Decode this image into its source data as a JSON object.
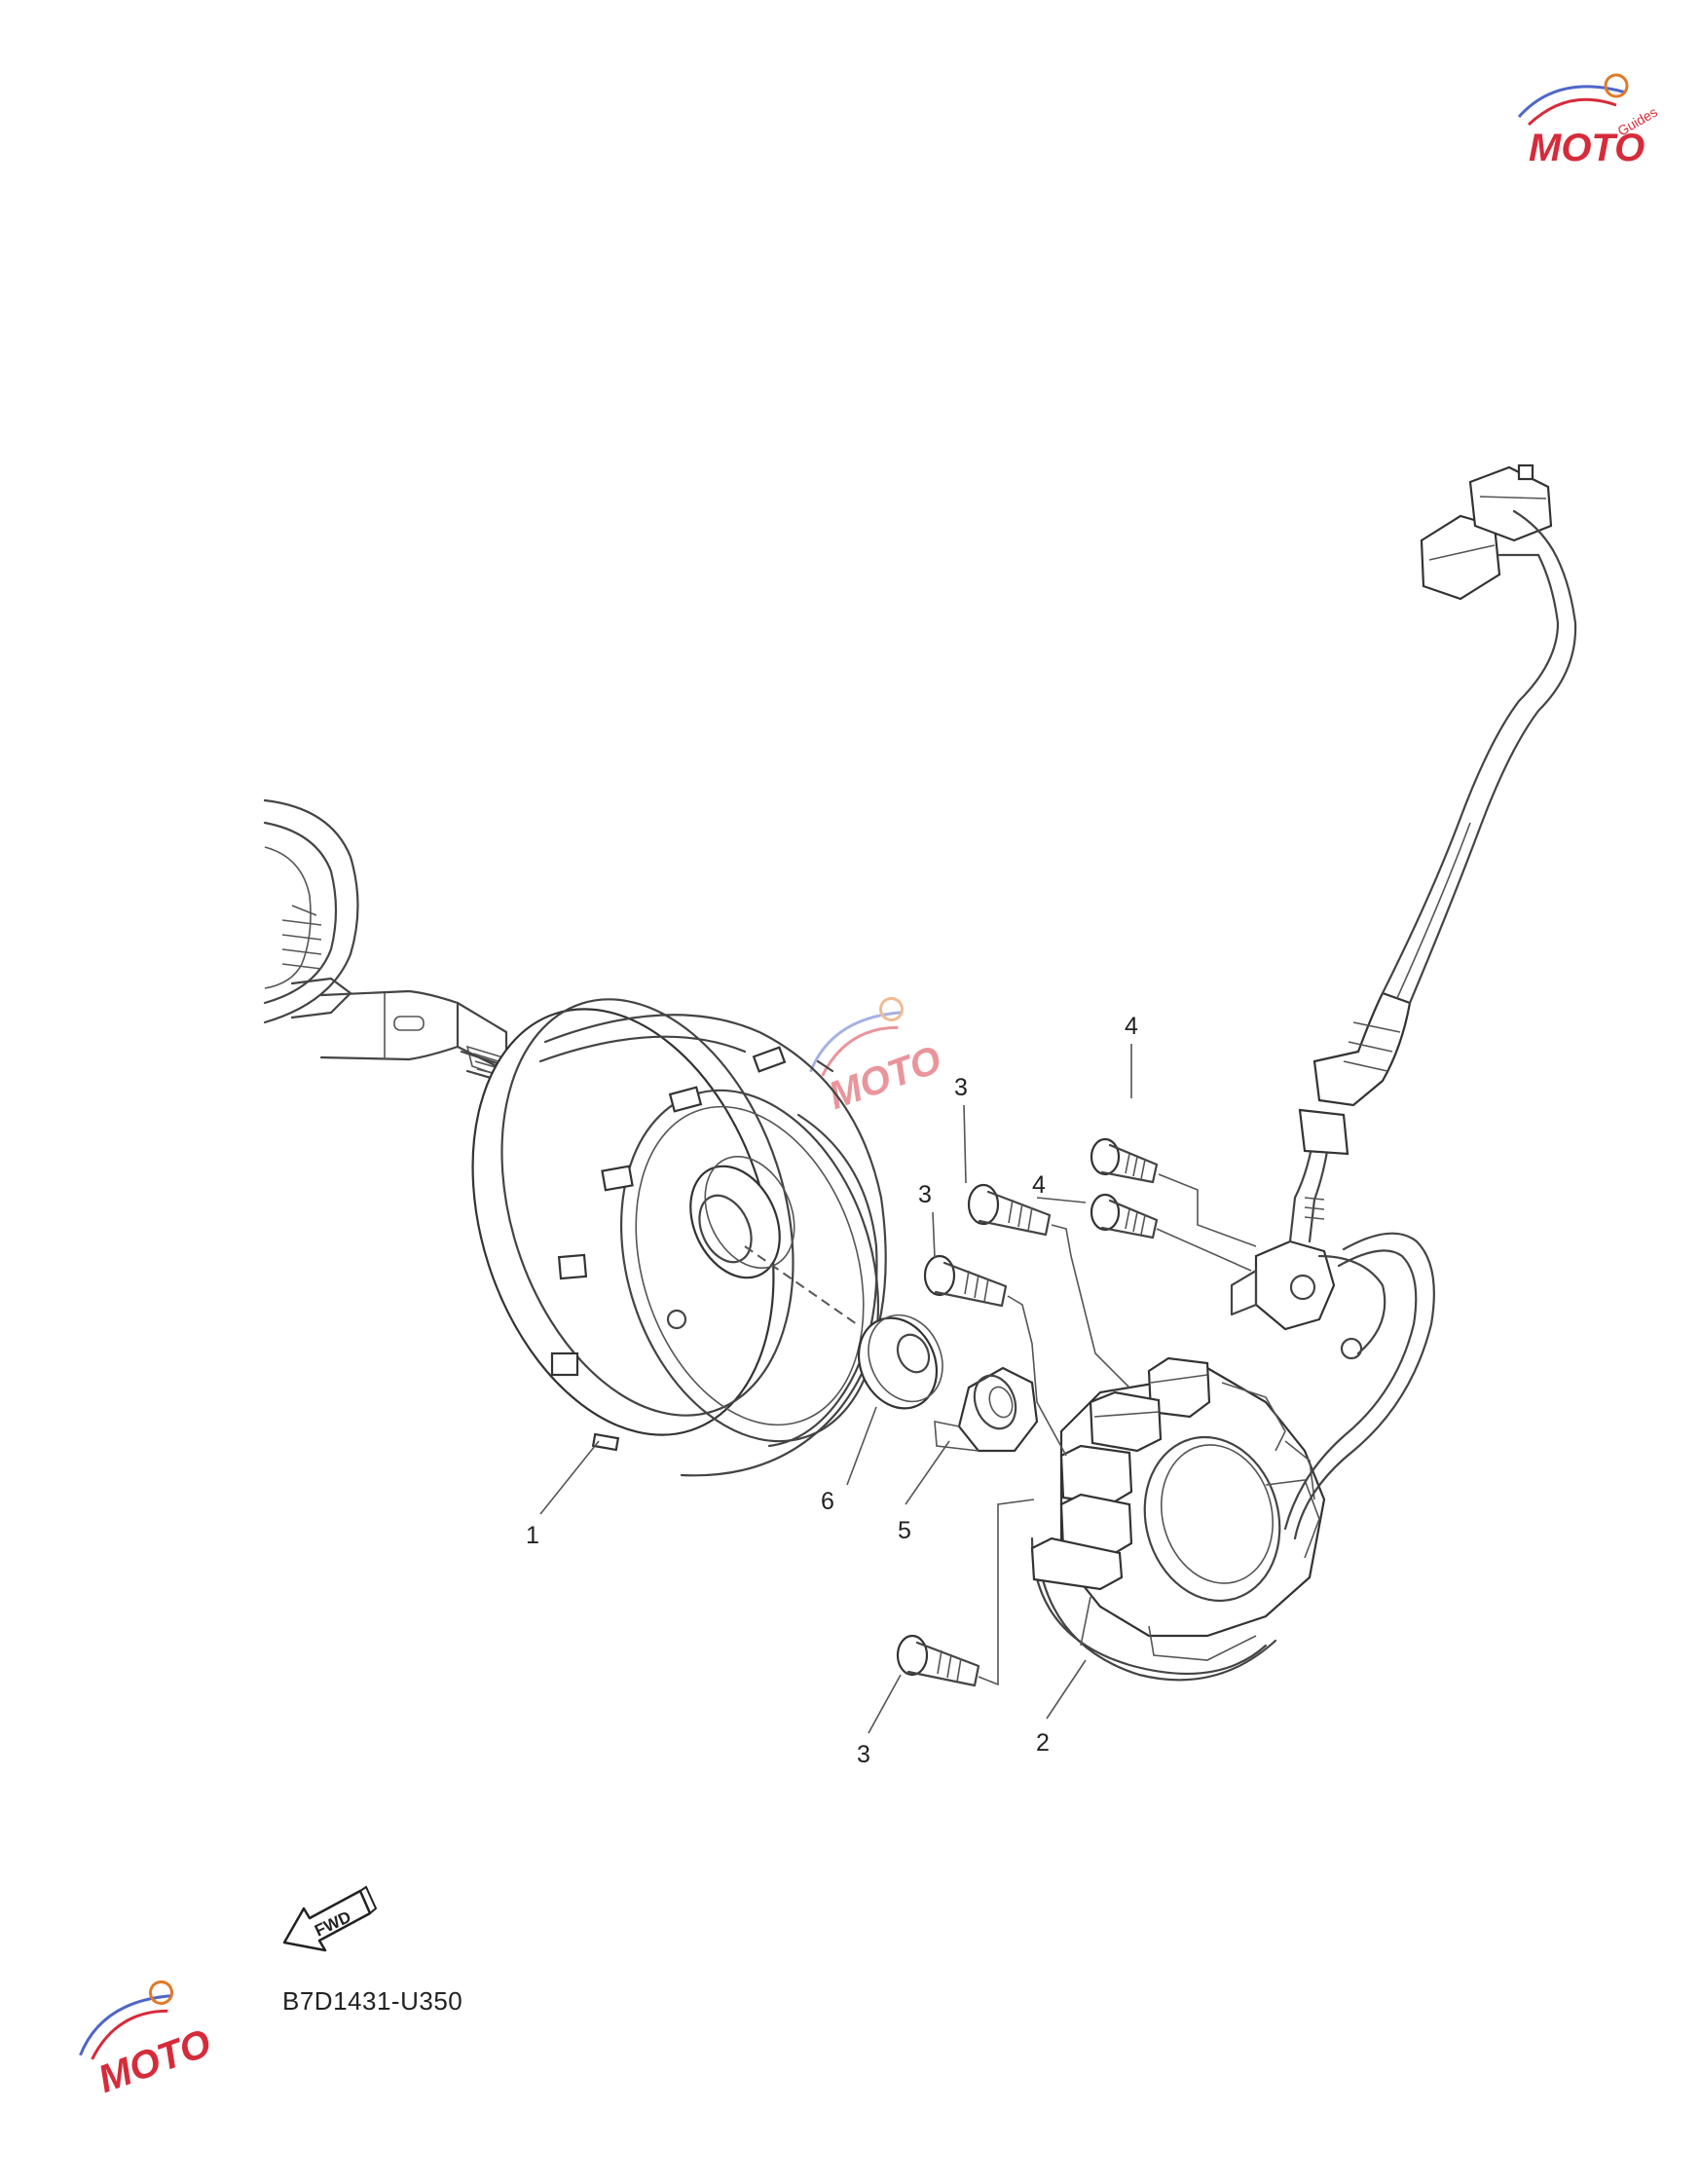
{
  "diagram_code": "B7D1431-U350",
  "fwd_label": "FWD",
  "callouts": [
    {
      "id": "1",
      "text": "1"
    },
    {
      "id": "2",
      "text": "2"
    },
    {
      "id": "3a",
      "text": "3"
    },
    {
      "id": "3b",
      "text": "3"
    },
    {
      "id": "3c",
      "text": "3"
    },
    {
      "id": "4a",
      "text": "4"
    },
    {
      "id": "4b",
      "text": "4"
    },
    {
      "id": "5",
      "text": "5"
    },
    {
      "id": "6",
      "text": "6"
    }
  ],
  "watermark": {
    "text": "MOTO",
    "sub": "Guides",
    "color_primary": "#d62b3a",
    "color_secondary": "#4f66c8"
  }
}
